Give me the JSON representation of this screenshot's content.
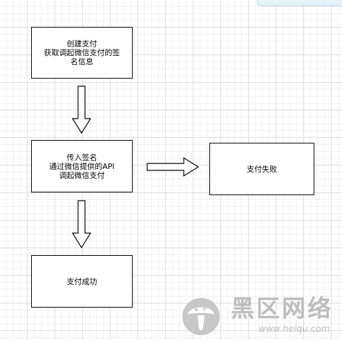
{
  "flowchart": {
    "nodes": {
      "create": "创建支付\n获取调起微信支付的签\n名信息",
      "pass": "传入签名\n通过微信提供的API\n调起微信支付",
      "fail": "支付失败",
      "success": "支付成功"
    }
  },
  "watermark": {
    "title": "黑区网络",
    "url": "www.heiqu.com"
  }
}
